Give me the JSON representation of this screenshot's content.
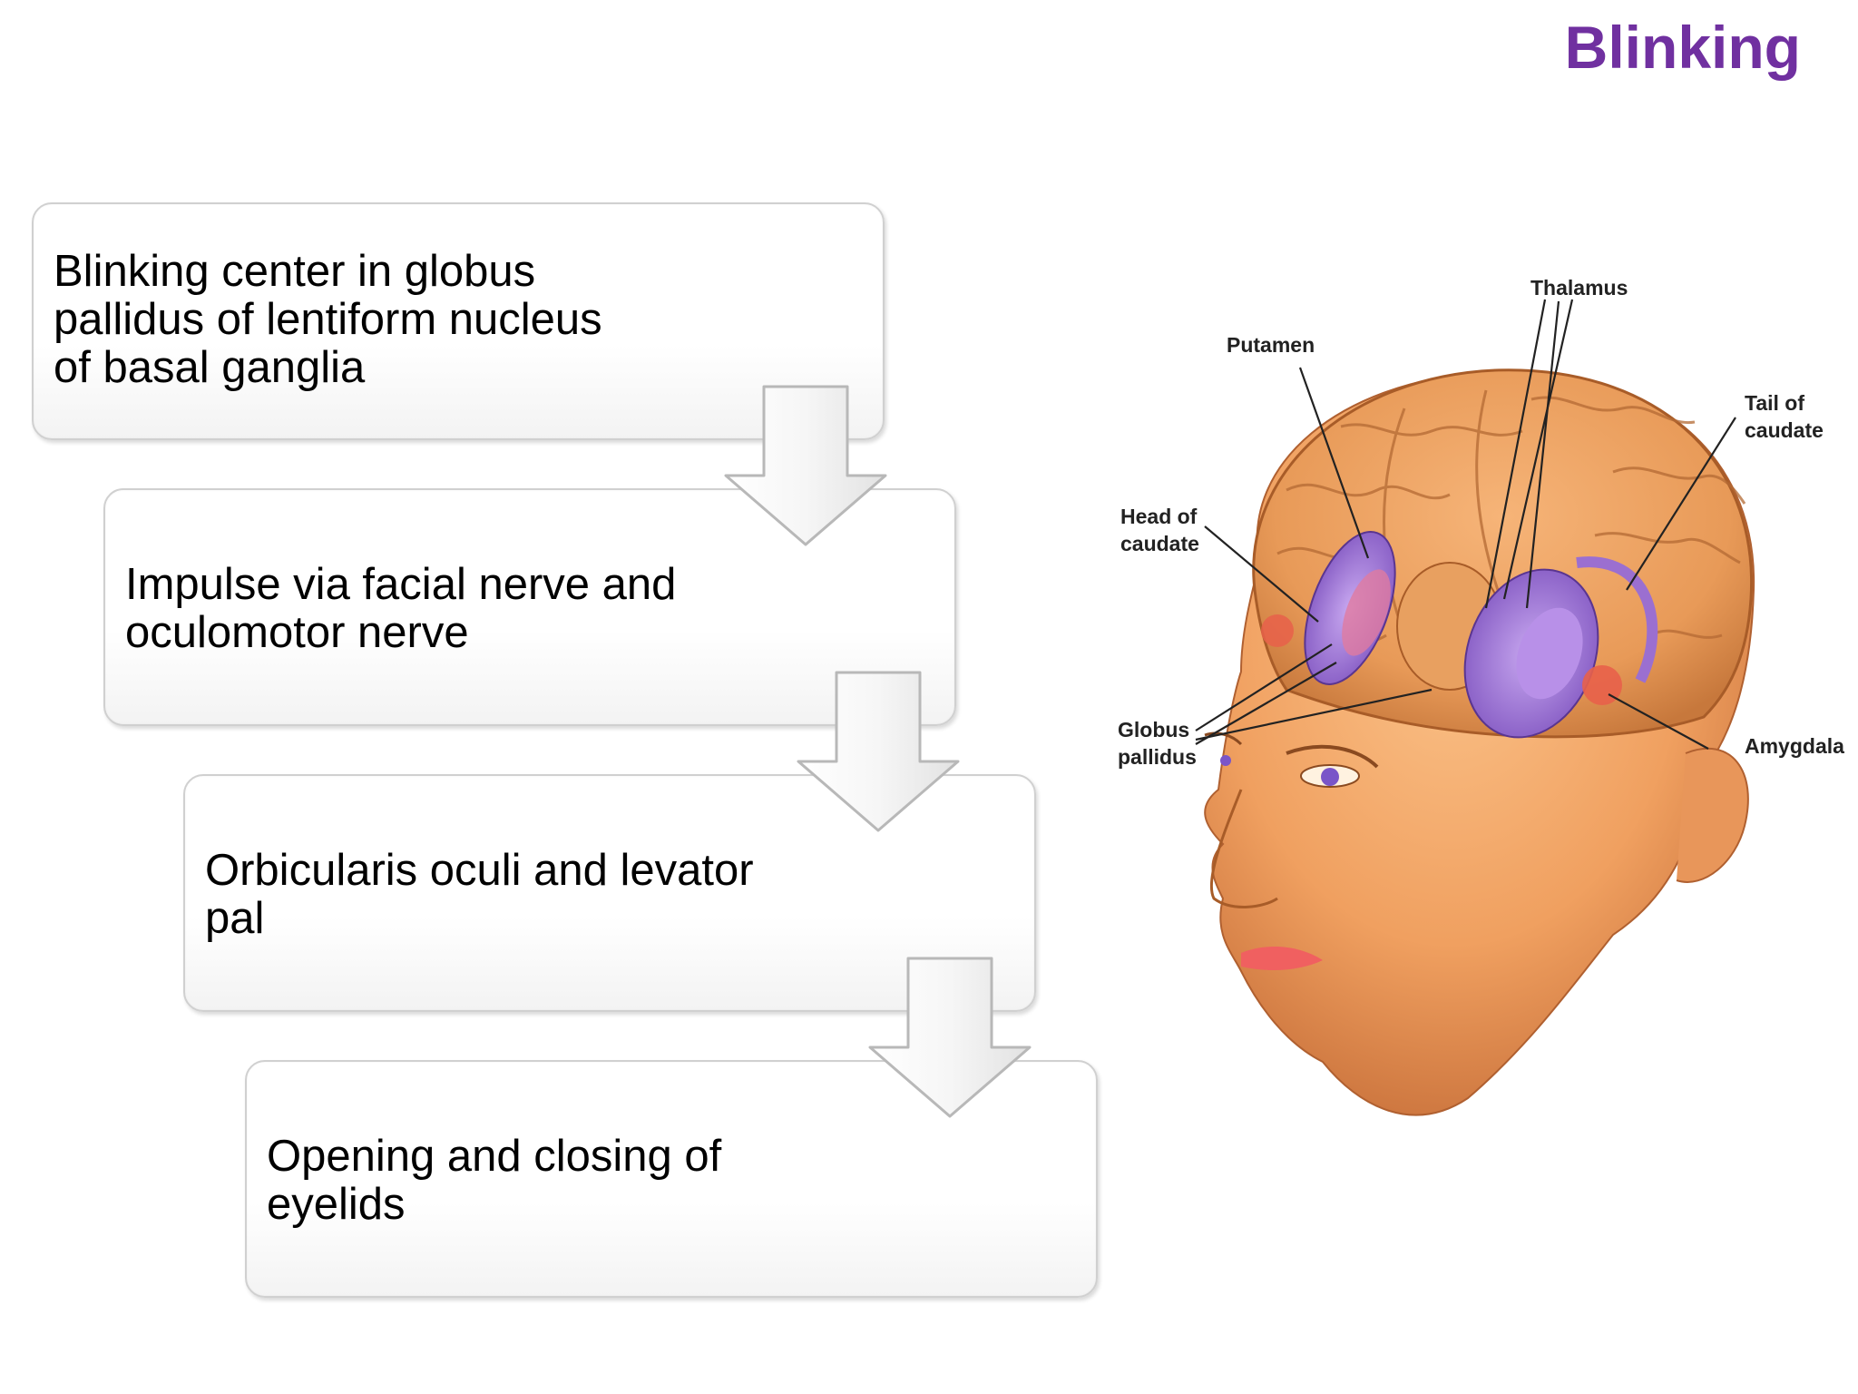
{
  "title": "Blinking",
  "steps": [
    "Blinking center in globus pallidus of lentiform nucleus of basal ganglia",
    "Impulse via facial nerve and oculomotor nerve",
    "Orbicularis oculi and levator pal",
    "Opening and closing of eyelids"
  ],
  "figure": {
    "labels": {
      "thalamus": "Thalamus",
      "putamen": "Putamen",
      "tail_of_caudate_line1": "Tail of",
      "tail_of_caudate_line2": "caudate",
      "head_of_caudate_line1": "Head of",
      "head_of_caudate_line2": "caudate",
      "globus_pallidus_line1": "Globus",
      "globus_pallidus_line2": "pallidus",
      "amygdala": "Amygdala"
    },
    "colors": {
      "skin": "#f0a060",
      "brain": "#e89a58",
      "basal_ganglia": "#9b6fd0",
      "amygdala": "#e8604a",
      "lips": "#f06060"
    }
  }
}
